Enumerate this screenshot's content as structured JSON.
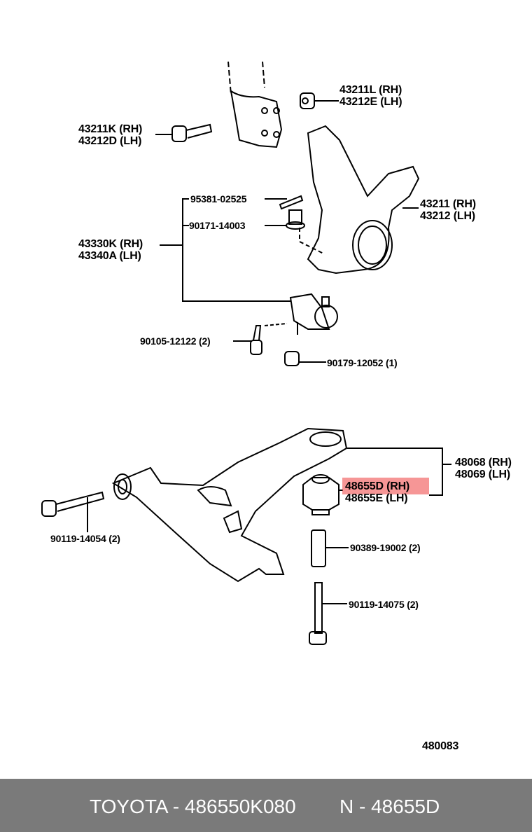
{
  "diagram": {
    "parts": [
      {
        "id": "nut-top",
        "lines": [
          "43211L (RH)",
          "43212E (LH)"
        ]
      },
      {
        "id": "bolt-top",
        "lines": [
          "43211K (RH)",
          "43212D (LH)"
        ]
      },
      {
        "id": "cotter-pin",
        "lines": [
          "95381-02525"
        ]
      },
      {
        "id": "castle-nut",
        "lines": [
          "90171-14003"
        ]
      },
      {
        "id": "ball-joint",
        "lines": [
          "43330K (RH)",
          "43340A (LH)"
        ]
      },
      {
        "id": "knuckle",
        "lines": [
          "43211 (RH)",
          "43212 (LH)"
        ]
      },
      {
        "id": "ball-joint-bolt",
        "lines": [
          "90105-12122 (2)"
        ]
      },
      {
        "id": "ball-joint-nut",
        "lines": [
          "90179-12052 (1)"
        ]
      },
      {
        "id": "lower-arm",
        "lines": [
          "48068 (RH)",
          "48069 (LH)"
        ]
      },
      {
        "id": "bushing",
        "lines": [
          "48655D (RH)",
          "48655E (LH)"
        ],
        "highlighted": "48655D (RH)"
      },
      {
        "id": "arm-bolt-front",
        "lines": [
          "90119-14054 (2)"
        ]
      },
      {
        "id": "collar",
        "lines": [
          "90389-19002 (2)"
        ]
      },
      {
        "id": "arm-bolt-rear",
        "lines": [
          "90119-14075 (2)"
        ]
      }
    ],
    "figure_number": "480083",
    "highlight_color": "#f05050"
  },
  "footer": {
    "brand_part": "TOYOTA - 486550K080",
    "oem_ref": "N - 48655D",
    "background": "#7a7a7a"
  }
}
